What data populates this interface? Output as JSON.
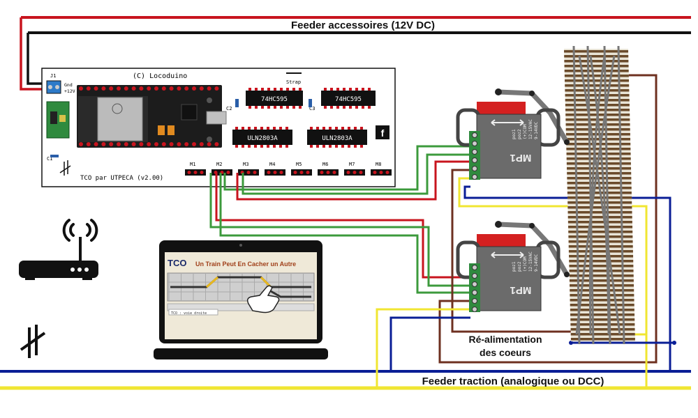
{
  "feeders": {
    "accessories": "Feeder accessoires (12V DC)",
    "traction": "Feeder traction (analogique ou DCC)",
    "coeurs_line1": "Ré-alimentation",
    "coeurs_line2": "des coeurs"
  },
  "board": {
    "title": "(C) Locoduino",
    "subtitle": "TCO par UTPECA (v2.00)",
    "strap": "Strap",
    "connector_ref": "J1",
    "gnd": "Gnd",
    "plus12v": "+12V",
    "c1": "C1",
    "c2": "C2",
    "c3": "C3",
    "chip_shift1": "74HC595",
    "chip_shift2": "74HC595",
    "chip_uln1": "ULN2803A",
    "chip_uln2": "ULN2803A",
    "f_mark": "f",
    "motor_headers": [
      "M1",
      "M2",
      "M3",
      "M4",
      "M5",
      "M6",
      "M7",
      "M8"
    ]
  },
  "motors": {
    "brand": "MP1",
    "top": {
      "v1": "9-14VDC",
      "v2": "12-15VAC",
      "com": "(+)COM",
      "poz1": "poz1",
      "poz2": "poz2"
    },
    "bottom": {
      "v1": "9-14VDC",
      "v2": "12-15VAC",
      "com": "(+)COM",
      "poz1": "poz1",
      "poz2": "poz2"
    }
  },
  "laptop": {
    "tco": "TCO",
    "banner": "Un Train Peut En Cacher un Autre",
    "status": "TCO : voie droite"
  },
  "colors": {
    "red": "#c8141e",
    "black": "#111111",
    "blue": "#0a1e96",
    "yellow": "#f0e632",
    "green": "#3c9a3c",
    "brown": "#6e3020",
    "board_pcb": "#ffffff",
    "esp_board": "#1c1c1c",
    "motor_body": "#6b6b6b",
    "motor_red": "#d42020"
  },
  "icons": {
    "router": "wifi-router-icon",
    "dcc": "dcc-track-icon",
    "hand": "pointing-hand-icon"
  }
}
